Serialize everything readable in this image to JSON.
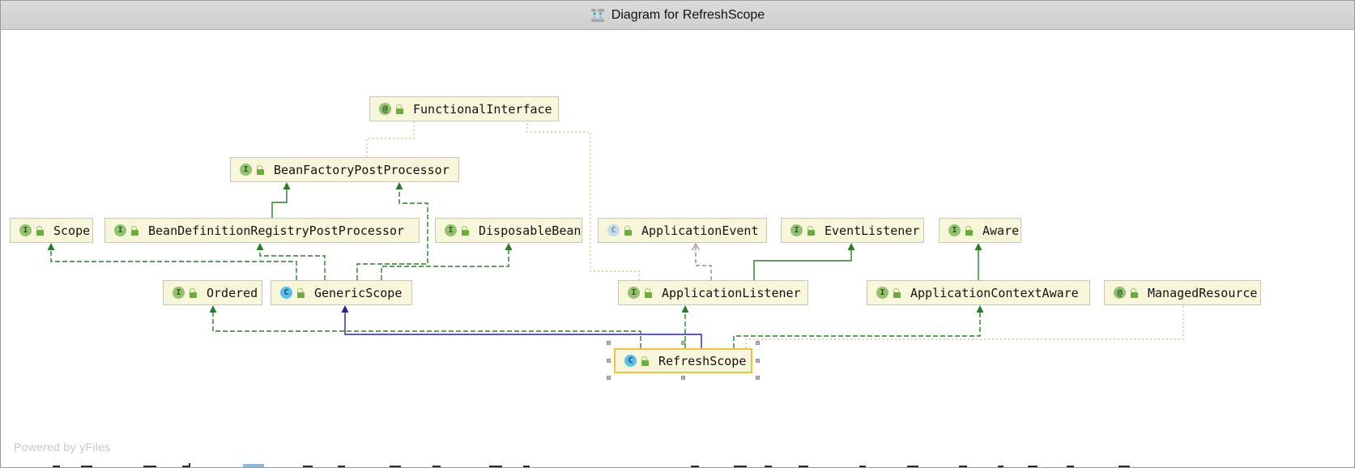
{
  "window": {
    "title": "Diagram for RefreshScope"
  },
  "canvas": {
    "watermark": "Powered by yFiles"
  },
  "icons": {
    "interface": "I",
    "class": "C",
    "class-abstract": "C",
    "annotation": "@",
    "modifier": "lock-icon",
    "title": "uml-diagram-icon"
  },
  "colors": {
    "extends": "#2a7d2a",
    "implements": "#2a7d2a",
    "class_extends": "#26269c",
    "dependency": "#8c8c8c",
    "annotation_edge": "#cdcb8c",
    "node_bg": "#f8f6da",
    "node_border": "#c6c6bb",
    "selection": "#f0c145",
    "titlebar_bg": "#d5d5d5"
  },
  "nodes": [
    {
      "id": "FunctionalInterface",
      "label": "FunctionalInterface",
      "kind": "annotation",
      "selected": false
    },
    {
      "id": "BeanFactoryPostProcessor",
      "label": "BeanFactoryPostProcessor",
      "kind": "interface",
      "selected": false
    },
    {
      "id": "Scope",
      "label": "Scope",
      "kind": "interface",
      "selected": false
    },
    {
      "id": "BeanDefinitionRegistryPostProcessor",
      "label": "BeanDefinitionRegistryPostProcessor",
      "kind": "interface",
      "selected": false
    },
    {
      "id": "DisposableBean",
      "label": "DisposableBean",
      "kind": "interface",
      "selected": false
    },
    {
      "id": "ApplicationEvent",
      "label": "ApplicationEvent",
      "kind": "class-abstract",
      "selected": false
    },
    {
      "id": "EventListener",
      "label": "EventListener",
      "kind": "interface",
      "selected": false
    },
    {
      "id": "Aware",
      "label": "Aware",
      "kind": "interface",
      "selected": false
    },
    {
      "id": "Ordered",
      "label": "Ordered",
      "kind": "interface",
      "selected": false
    },
    {
      "id": "GenericScope",
      "label": "GenericScope",
      "kind": "class",
      "selected": false
    },
    {
      "id": "ApplicationListener",
      "label": "ApplicationListener",
      "kind": "interface",
      "selected": false
    },
    {
      "id": "ApplicationContextAware",
      "label": "ApplicationContextAware",
      "kind": "interface",
      "selected": false
    },
    {
      "id": "ManagedResource",
      "label": "ManagedResource",
      "kind": "annotation",
      "selected": false
    },
    {
      "id": "RefreshScope",
      "label": "RefreshScope",
      "kind": "class",
      "selected": true
    }
  ],
  "edges": [
    {
      "from": "BeanDefinitionRegistryPostProcessor",
      "to": "BeanFactoryPostProcessor",
      "type": "extends"
    },
    {
      "from": "GenericScope",
      "to": "BeanFactoryPostProcessor",
      "type": "implements"
    },
    {
      "from": "GenericScope",
      "to": "Scope",
      "type": "implements"
    },
    {
      "from": "GenericScope",
      "to": "BeanDefinitionRegistryPostProcessor",
      "type": "implements"
    },
    {
      "from": "GenericScope",
      "to": "DisposableBean",
      "type": "implements"
    },
    {
      "from": "ApplicationListener",
      "to": "EventListener",
      "type": "extends"
    },
    {
      "from": "ApplicationContextAware",
      "to": "Aware",
      "type": "extends"
    },
    {
      "from": "ApplicationListener",
      "to": "ApplicationEvent",
      "type": "dependency"
    },
    {
      "from": "RefreshScope",
      "to": "GenericScope",
      "type": "class-extends"
    },
    {
      "from": "RefreshScope",
      "to": "Ordered",
      "type": "implements"
    },
    {
      "from": "RefreshScope",
      "to": "ApplicationListener",
      "type": "implements"
    },
    {
      "from": "RefreshScope",
      "to": "ApplicationContextAware",
      "type": "implements"
    },
    {
      "from": "BeanFactoryPostProcessor",
      "to": "FunctionalInterface",
      "type": "annotation"
    },
    {
      "from": "ApplicationListener",
      "to": "FunctionalInterface",
      "type": "annotation"
    },
    {
      "from": "RefreshScope",
      "to": "ManagedResource",
      "type": "annotation"
    }
  ]
}
